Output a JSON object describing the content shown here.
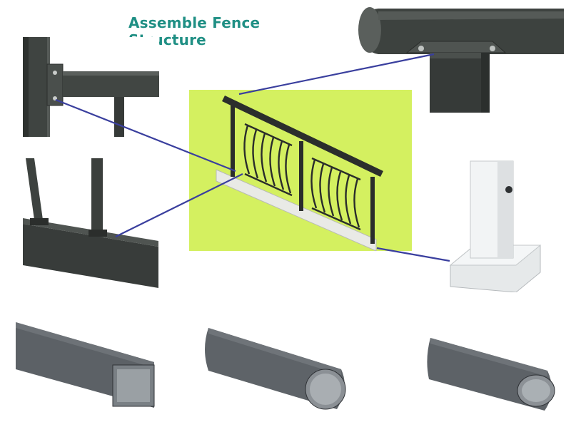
{
  "header": {
    "title": "Assemble Fence Structure"
  },
  "colors": {
    "title": "#1f8f84",
    "metal_dark": "#3b3f3c",
    "metal_mid": "#555a57",
    "profile_grey": "#5c6166",
    "connector_line": "#3a3f9e",
    "stair_background": "#d4f060",
    "post_white": "#f2f4f5"
  },
  "images": [
    {
      "name": "post-to-rail-bracket-detail"
    },
    {
      "name": "handrail-top-saddle-detail"
    },
    {
      "name": "stair-railing-assembly"
    },
    {
      "name": "bottom-rail-baluster-detail"
    },
    {
      "name": "white-post-with-base-plate"
    },
    {
      "name": "rectangular-tube-profile"
    },
    {
      "name": "rounded-rectangular-tube-profile"
    },
    {
      "name": "oval-tube-profile"
    }
  ]
}
